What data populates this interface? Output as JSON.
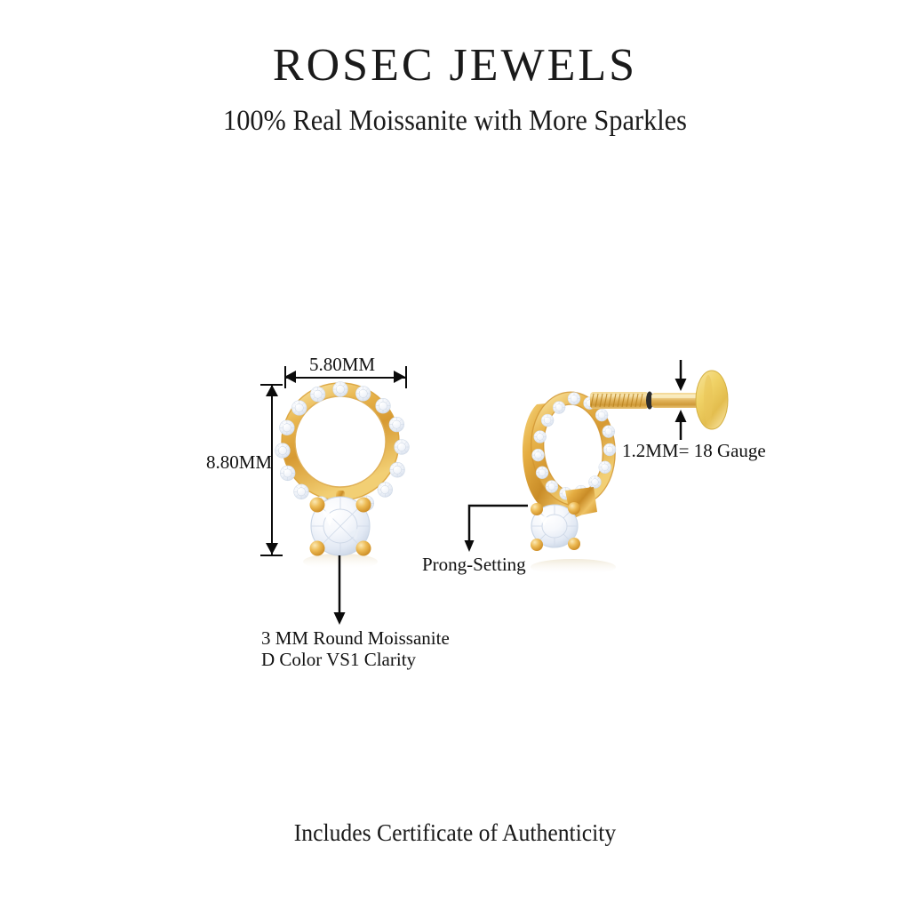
{
  "header": {
    "brand": "ROSEC JEWELS",
    "tagline": "100% Real Moissanite with More Sparkles"
  },
  "footer": {
    "note": "Includes Certificate of Authenticity"
  },
  "product": {
    "type": "moissanite-circle-drop-earring",
    "metal_color": "#e8b44c",
    "metal_highlight": "#f7dd8c",
    "metal_shadow": "#c68a27",
    "stone_color": "#f4f6fb",
    "dimensions": {
      "width_label": "5.80MM",
      "height_label": "8.80MM",
      "gauge_label": "1.2MM= 18 Gauge"
    },
    "annotations": {
      "prong": "Prong-Setting",
      "center_stone_line1": "3 MM Round Moissanite",
      "center_stone_line2": "D Color VS1 Clarity"
    },
    "pave_stone_count": 16,
    "prong_count": 4
  },
  "views": {
    "front": "front-view-earring",
    "angled": "angled-view-earring-with-screw-back"
  }
}
